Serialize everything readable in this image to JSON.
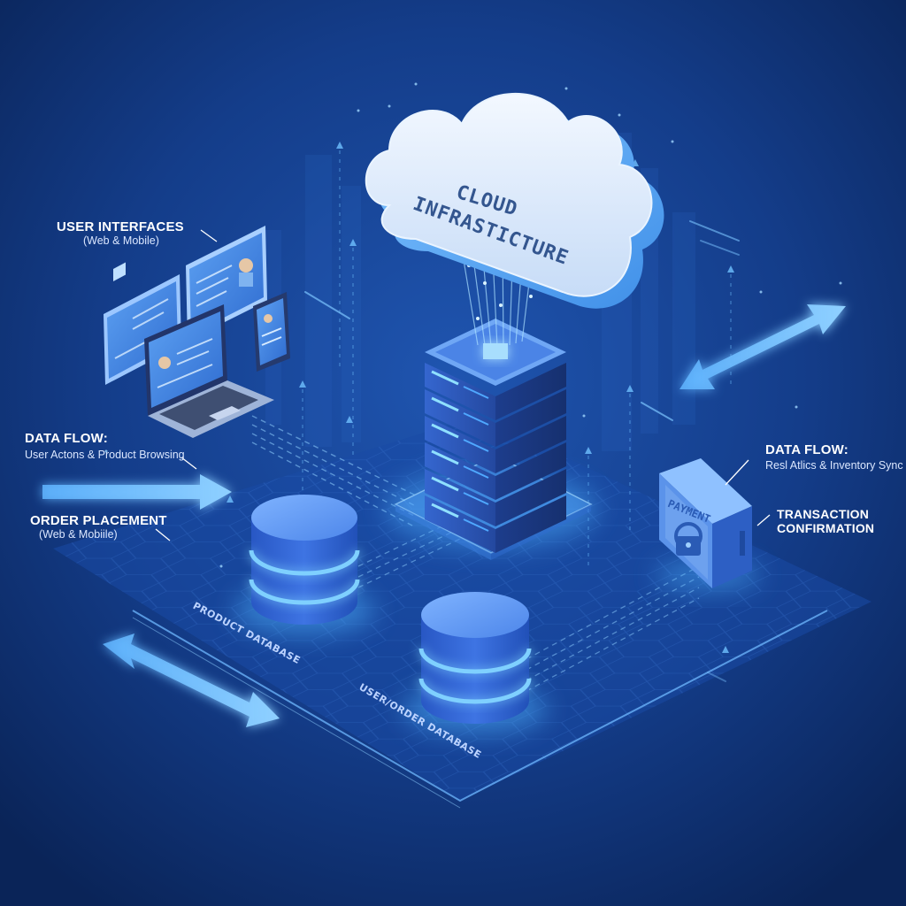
{
  "labels": {
    "user_interfaces": {
      "title": "USER INTERFACES",
      "subtitle": "(Web & Mobile)"
    },
    "data_flow_left": {
      "title": "DATA FLOW:",
      "subtitle": "User Actons & Product Browsing"
    },
    "order_placement": {
      "title": "ORDER PLACEMENT",
      "subtitle": "(Web & Mobiile)"
    },
    "data_flow_right": {
      "title": "DATA FLOW:",
      "subtitle": "Resl Atlics & Inventory Sync"
    },
    "transaction": {
      "line1": "TRANSACTION",
      "line2": "CONFIRMATION"
    }
  },
  "cloud": {
    "line1": "CLOUD",
    "line2": "INFRASTICTURE"
  },
  "databases": {
    "product": "PRODUCT DATABASE",
    "user_order": "USER/ORDER DATABASE"
  },
  "payment": {
    "label": "PAYMENT"
  },
  "colors": {
    "background": "#0d2a63",
    "accent": "#4aa8ff",
    "cloud": "#dbe9fb",
    "server": "#2a4fa8",
    "glow": "#6fc3ff"
  }
}
